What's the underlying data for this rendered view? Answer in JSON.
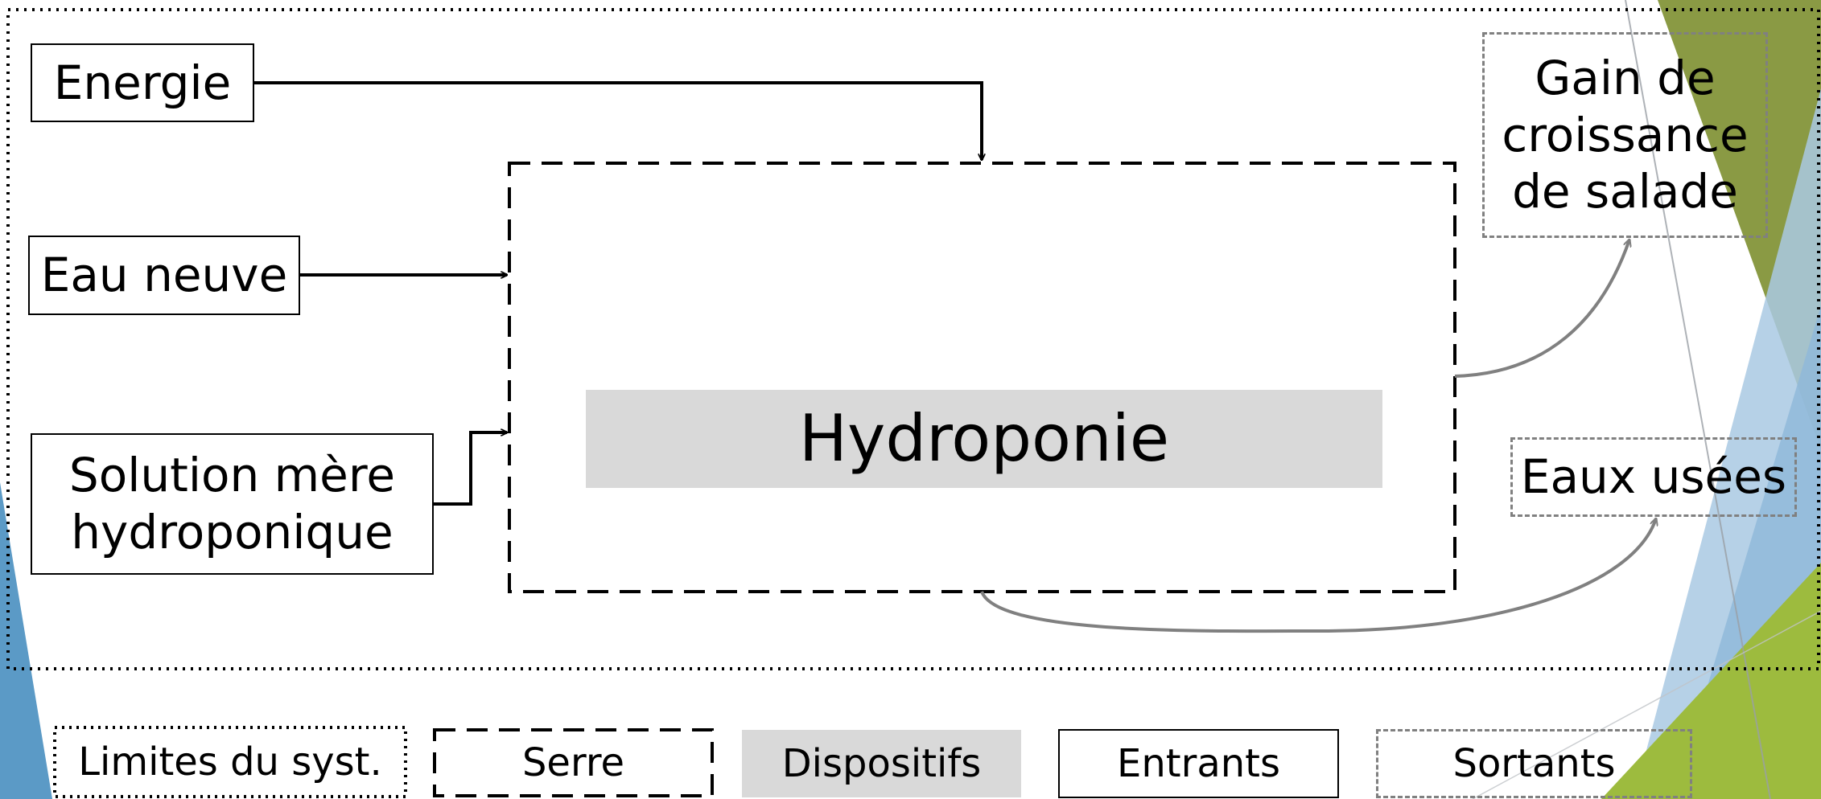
{
  "diagram": {
    "inputs": {
      "energie": "Energie",
      "eau_neuve": "Eau neuve",
      "solution_line1": "Solution mère",
      "solution_line2": "hydroponique"
    },
    "device": "Hydroponie",
    "outputs": {
      "gain_line1": "Gain de",
      "gain_line2": "croissance",
      "gain_line3": "de salade",
      "eaux_usees": "Eaux usées"
    }
  },
  "legend": {
    "limites": "Limites du syst.",
    "serre": "Serre",
    "dispositifs": "Dispositifs",
    "entrants": "Entrants",
    "sortants": "Sortants"
  },
  "colors": {
    "device_fill": "#d9d9d9",
    "output_border": "#808080",
    "deco_green_dark": "#8a9a44",
    "deco_green_light": "#9dbb3e",
    "deco_blue": "#5b9ac6",
    "deco_blue_light": "#a9c9e3"
  }
}
